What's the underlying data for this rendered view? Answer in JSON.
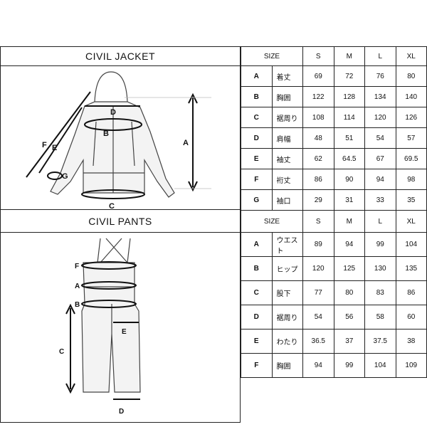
{
  "jacket": {
    "title": "CIVIL JACKET",
    "header": [
      "SIZE",
      "S",
      "M",
      "L",
      "XL"
    ],
    "rows": [
      {
        "key": "A",
        "name": "着丈",
        "values": [
          "69",
          "72",
          "76",
          "80"
        ]
      },
      {
        "key": "B",
        "name": "胸囲",
        "values": [
          "122",
          "128",
          "134",
          "140"
        ]
      },
      {
        "key": "C",
        "name": "裾周り",
        "values": [
          "108",
          "114",
          "120",
          "126"
        ]
      },
      {
        "key": "D",
        "name": "肩幅",
        "values": [
          "48",
          "51",
          "54",
          "57"
        ]
      },
      {
        "key": "E",
        "name": "袖丈",
        "values": [
          "62",
          "64.5",
          "67",
          "69.5"
        ]
      },
      {
        "key": "F",
        "name": "裄丈",
        "values": [
          "86",
          "90",
          "94",
          "98"
        ]
      },
      {
        "key": "G",
        "name": "袖口",
        "values": [
          "29",
          "31",
          "33",
          "35"
        ]
      }
    ],
    "diagram_labels": {
      "a": "A",
      "b": "B",
      "c": "C",
      "d": "D",
      "e": "E",
      "f": "F",
      "g": "G"
    }
  },
  "pants": {
    "title": "CIVIL PANTS",
    "header": [
      "SIZE",
      "S",
      "M",
      "L",
      "XL"
    ],
    "rows": [
      {
        "key": "A",
        "name": "ウエスト",
        "values": [
          "89",
          "94",
          "99",
          "104"
        ]
      },
      {
        "key": "B",
        "name": "ヒップ",
        "values": [
          "120",
          "125",
          "130",
          "135"
        ]
      },
      {
        "key": "C",
        "name": "股下",
        "values": [
          "77",
          "80",
          "83",
          "86"
        ]
      },
      {
        "key": "D",
        "name": "裾周り",
        "values": [
          "54",
          "56",
          "58",
          "60"
        ]
      },
      {
        "key": "E",
        "name": "わたり",
        "values": [
          "36.5",
          "37",
          "37.5",
          "38"
        ]
      },
      {
        "key": "F",
        "name": "胸囲",
        "values": [
          "94",
          "99",
          "104",
          "109"
        ]
      }
    ],
    "diagram_labels": {
      "a": "A",
      "b": "B",
      "c": "C",
      "d": "D",
      "e": "E",
      "f": "F"
    }
  }
}
